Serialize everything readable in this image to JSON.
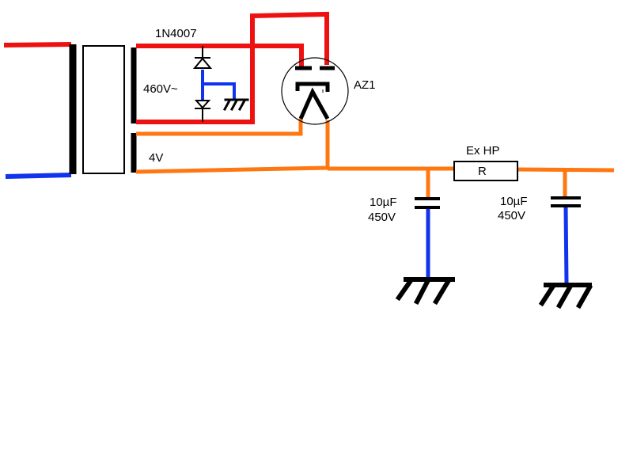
{
  "labels": {
    "diode_part": "1N4007",
    "hv_secondary": "460V~",
    "heater_secondary": "4V",
    "tube_name": "AZ1",
    "resistor_name": "Ex HP",
    "resistor_symbol": "R",
    "cap1_value": "10µF",
    "cap1_voltage": "450V",
    "cap2_value": "10µF",
    "cap2_voltage": "450V"
  },
  "colors": {
    "mains_live": "#ee1111",
    "mains_neutral": "#1133ee",
    "high_voltage": "#ee1111",
    "filament": "#ff7711",
    "ground_link": "#1133ee",
    "component": "#000000"
  }
}
